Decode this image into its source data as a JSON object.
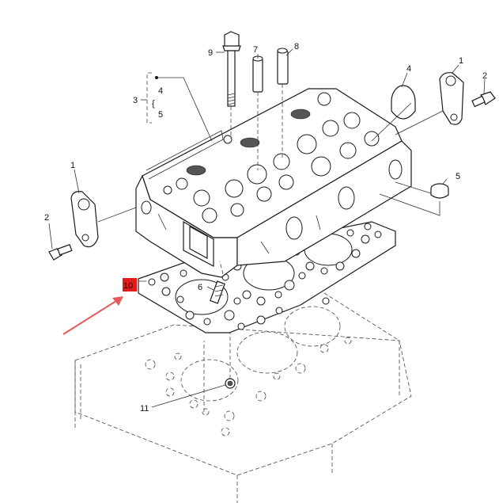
{
  "callouts": {
    "n9": "9",
    "n7": "7",
    "n8": "8",
    "n4_top": "4",
    "n1_top": "1",
    "n2_top": "2",
    "n3": "3",
    "n4_bracket": "4",
    "n5_bracket": "5",
    "n1_left": "1",
    "n2_left": "2",
    "n5_right": "5",
    "n6": "6",
    "n10": "10",
    "n11": "11"
  },
  "colors": {
    "highlight": "#e21b1b",
    "arrow": "#e8595a",
    "line": "#1a1a1a"
  }
}
